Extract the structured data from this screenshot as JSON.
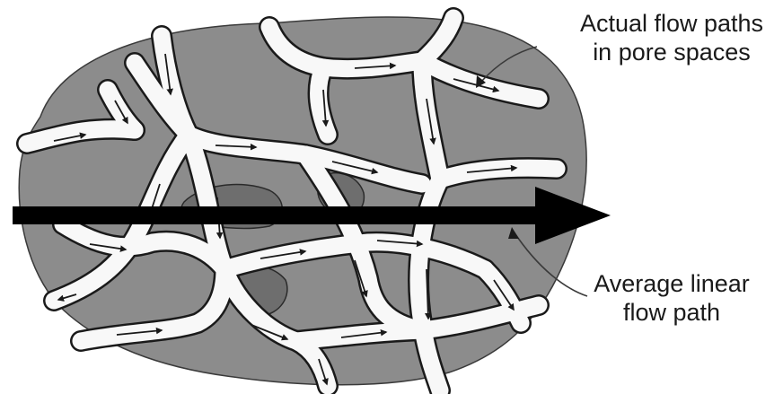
{
  "labels": {
    "actual_flow": {
      "line1": "Actual flow paths",
      "line2": "in pore spaces"
    },
    "average_flow": {
      "line1": "Average linear",
      "line2": "flow path"
    }
  },
  "colors": {
    "grain_fill": "#8c8c8c",
    "grain_dark": "#6e6e6e",
    "pore_channel": "#f8f8f8",
    "outline": "#1a1a1a",
    "average_arrow": "#000000",
    "background": "#ffffff"
  }
}
